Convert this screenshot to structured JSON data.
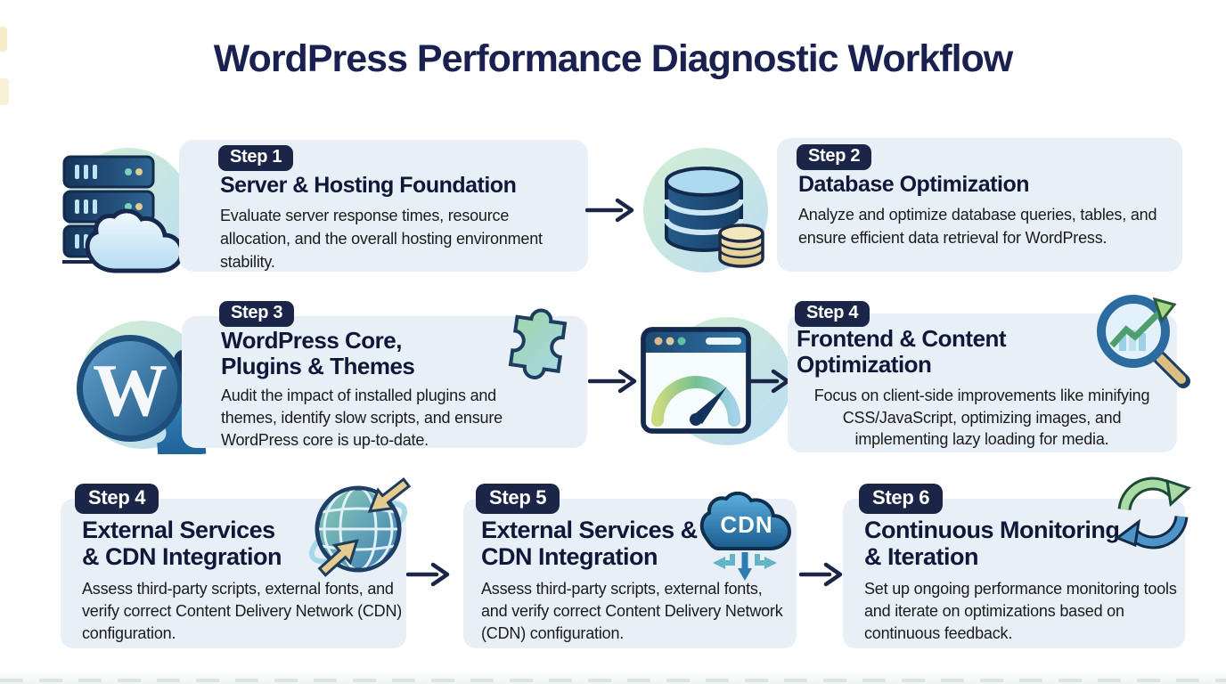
{
  "header": {
    "title": "WordPress Performance Diagnostic Workflow"
  },
  "steps": [
    {
      "badge": "Step 1",
      "title": "Server & Hosting Foundation",
      "description": "Evaluate server response times, resource allocation, and the overall hosting environment stability.",
      "icon": "server-cloud-icon"
    },
    {
      "badge": "Step 2",
      "title": "Database Optimization",
      "description": "Analyze and optimize database queries, tables, and ensure efficient data retrieval for WordPress.",
      "icon": "database-icon"
    },
    {
      "badge": "Step 3",
      "title": "WordPress Core, Plugins & Themes",
      "description": "Audit the impact of installed plugins and themes, identify slow scripts, and ensure WordPress core is up-to-date.",
      "icon": "wordpress-puzzle-icon",
      "icon_label": "W",
      "side_icon": "puzzle-icon"
    },
    {
      "badge": "Step 4",
      "title": "Frontend & Content Optimization",
      "description": "Focus on client-side improvements like minifying CSS/JavaScript, optimizing images, and implementing lazy loading for media.",
      "icon": "browser-speedometer-icon",
      "side_icon": "magnifier-chart-icon"
    },
    {
      "badge": "Step 4",
      "title": "External Services & CDN Integration",
      "description": "Assess third-party scripts, external fonts, and verify correct Content Delivery Network (CDN) configuration.",
      "icon": "globe-arrows-icon"
    },
    {
      "badge": "Step 5",
      "title": "External Services & CDN Integration",
      "description": "Assess third-party scripts, external fonts, and verify correct Content Delivery Network (CDN) configuration.",
      "icon": "cdn-cloud-icon",
      "icon_label": "CDN"
    },
    {
      "badge": "Step 6",
      "title": "Continuous Monitoring & Iteration",
      "description": "Set up ongoing performance monitoring tools and iterate on optimizations based on continuous feedback.",
      "icon": "refresh-cycle-icon"
    }
  ],
  "colors": {
    "accent_navy": "#1b2547",
    "title_navy": "#1a2151",
    "card_bg": "#e9eff7",
    "badge_bg": "#1b2547",
    "icon_circle_green": "#d2edd2",
    "icon_circle_blue": "#bddcf2",
    "gold": "#e0cc8e"
  }
}
